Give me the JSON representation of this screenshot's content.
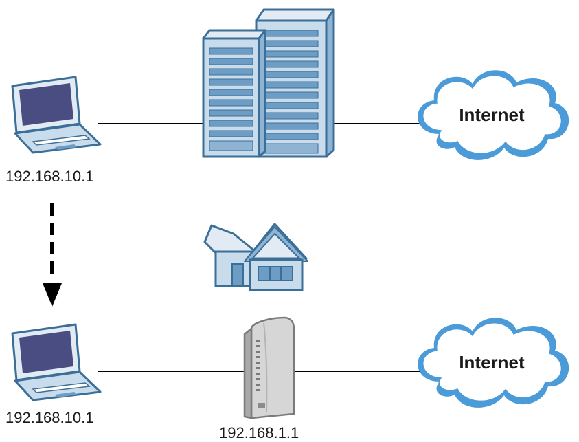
{
  "top_row": {
    "laptop_ip": "192.168.10.1",
    "cloud_label": "Internet"
  },
  "bottom_row": {
    "laptop_ip": "192.168.10.1",
    "router_ip": "192.168.1.1",
    "cloud_label": "Internet"
  },
  "colors": {
    "icon_fill": "#c9dcec",
    "icon_stroke": "#3c6f98",
    "icon_dark": "#6d9cc4",
    "screen": "#4a4d82",
    "cloud_edge": "#4b9bd9",
    "router_fill": "#d6d6d6",
    "line": "#000000"
  }
}
